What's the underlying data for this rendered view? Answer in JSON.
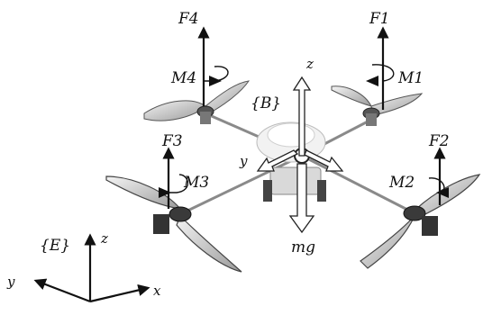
{
  "labels": {
    "force_1": "F1",
    "force_2": "F2",
    "force_3": "F3",
    "force_4": "F4",
    "moment_1": "M1",
    "moment_2": "M2",
    "moment_3": "M3",
    "moment_4": "M4",
    "body_frame": "{B}",
    "body_z": "z",
    "body_y": "y",
    "weight": "mg",
    "earth_frame": "{E}",
    "earth_z": "z",
    "earth_y": "y",
    "earth_x": "x"
  }
}
